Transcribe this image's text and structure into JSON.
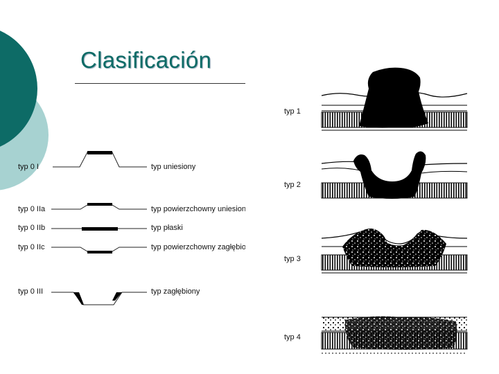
{
  "title": "Clasificación",
  "colors": {
    "accent_dark": "#0d6b66",
    "accent_light": "#a7d2d1"
  },
  "paris_types": [
    {
      "code": "typ 0 I",
      "description": "typ uniesiony"
    },
    {
      "code": "typ 0 IIa",
      "description": "typ powierzchowny uniesiony"
    },
    {
      "code": "typ 0 IIb",
      "description": "typ płaski"
    },
    {
      "code": "typ 0 IIc",
      "description": "typ powierzchowny zagłębiony"
    },
    {
      "code": "typ 0 III",
      "description": "typ zagłębiony"
    }
  ],
  "morphology_types": [
    "typ 1",
    "typ 2",
    "typ 3",
    "typ 4"
  ]
}
